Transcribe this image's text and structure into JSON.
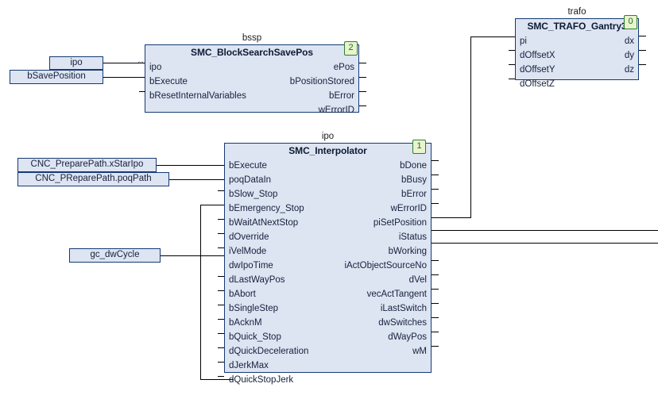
{
  "editor": {
    "kind": "fbd-cfc-diagram",
    "background": "#ffffff",
    "block_fill": "#dde4f2",
    "block_border": "#153a73",
    "wire_color": "#000000",
    "badge_fill": "#e9f3cf",
    "badge_border": "#2f7f2f",
    "badge_text_color": "#1f6b1f"
  },
  "blocks": [
    {
      "id": "bssp",
      "instance": "bssp",
      "type": "SMC_BlockSearchSavePos",
      "exec_order": "2",
      "inputs": [
        {
          "name": "ipo",
          "inout": true,
          "inout_glyph": "⇔"
        },
        {
          "name": "bExecute",
          "inout": false
        },
        {
          "name": "bResetInternalVariables",
          "inout": false
        }
      ],
      "outputs": [
        {
          "name": "ePos"
        },
        {
          "name": "bPositionStored"
        },
        {
          "name": "bError"
        },
        {
          "name": "wErrorID"
        }
      ]
    },
    {
      "id": "trafo",
      "instance": "trafo",
      "type": "SMC_TRAFO_Gantry3",
      "exec_order": "0",
      "inputs": [
        {
          "name": "pi",
          "inout": false
        },
        {
          "name": "dOffsetX",
          "inout": false
        },
        {
          "name": "dOffsetY",
          "inout": false
        },
        {
          "name": "dOffsetZ",
          "inout": false
        }
      ],
      "outputs": [
        {
          "name": "dx"
        },
        {
          "name": "dy"
        },
        {
          "name": "dz"
        }
      ]
    },
    {
      "id": "ipo",
      "instance": "ipo",
      "type": "SMC_Interpolator",
      "exec_order": "1",
      "inputs": [
        {
          "name": "bExecute",
          "inout": false
        },
        {
          "name": "poqDataIn",
          "inout": false
        },
        {
          "name": "bSlow_Stop",
          "inout": false
        },
        {
          "name": "bEmergency_Stop",
          "inout": false
        },
        {
          "name": "bWaitAtNextStop",
          "inout": false
        },
        {
          "name": "dOverride",
          "inout": false
        },
        {
          "name": "iVelMode",
          "inout": false
        },
        {
          "name": "dwIpoTime",
          "inout": false
        },
        {
          "name": "dLastWayPos",
          "inout": false
        },
        {
          "name": "bAbort",
          "inout": false
        },
        {
          "name": "bSingleStep",
          "inout": false
        },
        {
          "name": "bAcknM",
          "inout": false
        },
        {
          "name": "bQuick_Stop",
          "inout": false
        },
        {
          "name": "dQuickDeceleration",
          "inout": false
        },
        {
          "name": "dJerkMax",
          "inout": false
        },
        {
          "name": "dQuickStopJerk",
          "inout": false
        }
      ],
      "outputs": [
        {
          "name": "bDone"
        },
        {
          "name": "bBusy"
        },
        {
          "name": "bError"
        },
        {
          "name": "wErrorID"
        },
        {
          "name": "piSetPosition"
        },
        {
          "name": "iStatus"
        },
        {
          "name": "bWorking"
        },
        {
          "name": "iActObjectSourceNo"
        },
        {
          "name": "dVel"
        },
        {
          "name": "vecActTangent"
        },
        {
          "name": "iLastSwitch"
        },
        {
          "name": "dwSwitches"
        },
        {
          "name": "dWayPos"
        },
        {
          "name": "wM"
        }
      ]
    }
  ],
  "variables": [
    {
      "id": "var-ipo",
      "label": "ipo"
    },
    {
      "id": "var-bsaveposition",
      "label": "bSavePosition"
    },
    {
      "id": "var-xstaripo",
      "label": "CNC_PreparePath.xStarIpo"
    },
    {
      "id": "var-poqpath",
      "label": "CNC_PReparePath.poqPath"
    },
    {
      "id": "var-gcdwcycle",
      "label": "gc_dwCycle"
    }
  ]
}
